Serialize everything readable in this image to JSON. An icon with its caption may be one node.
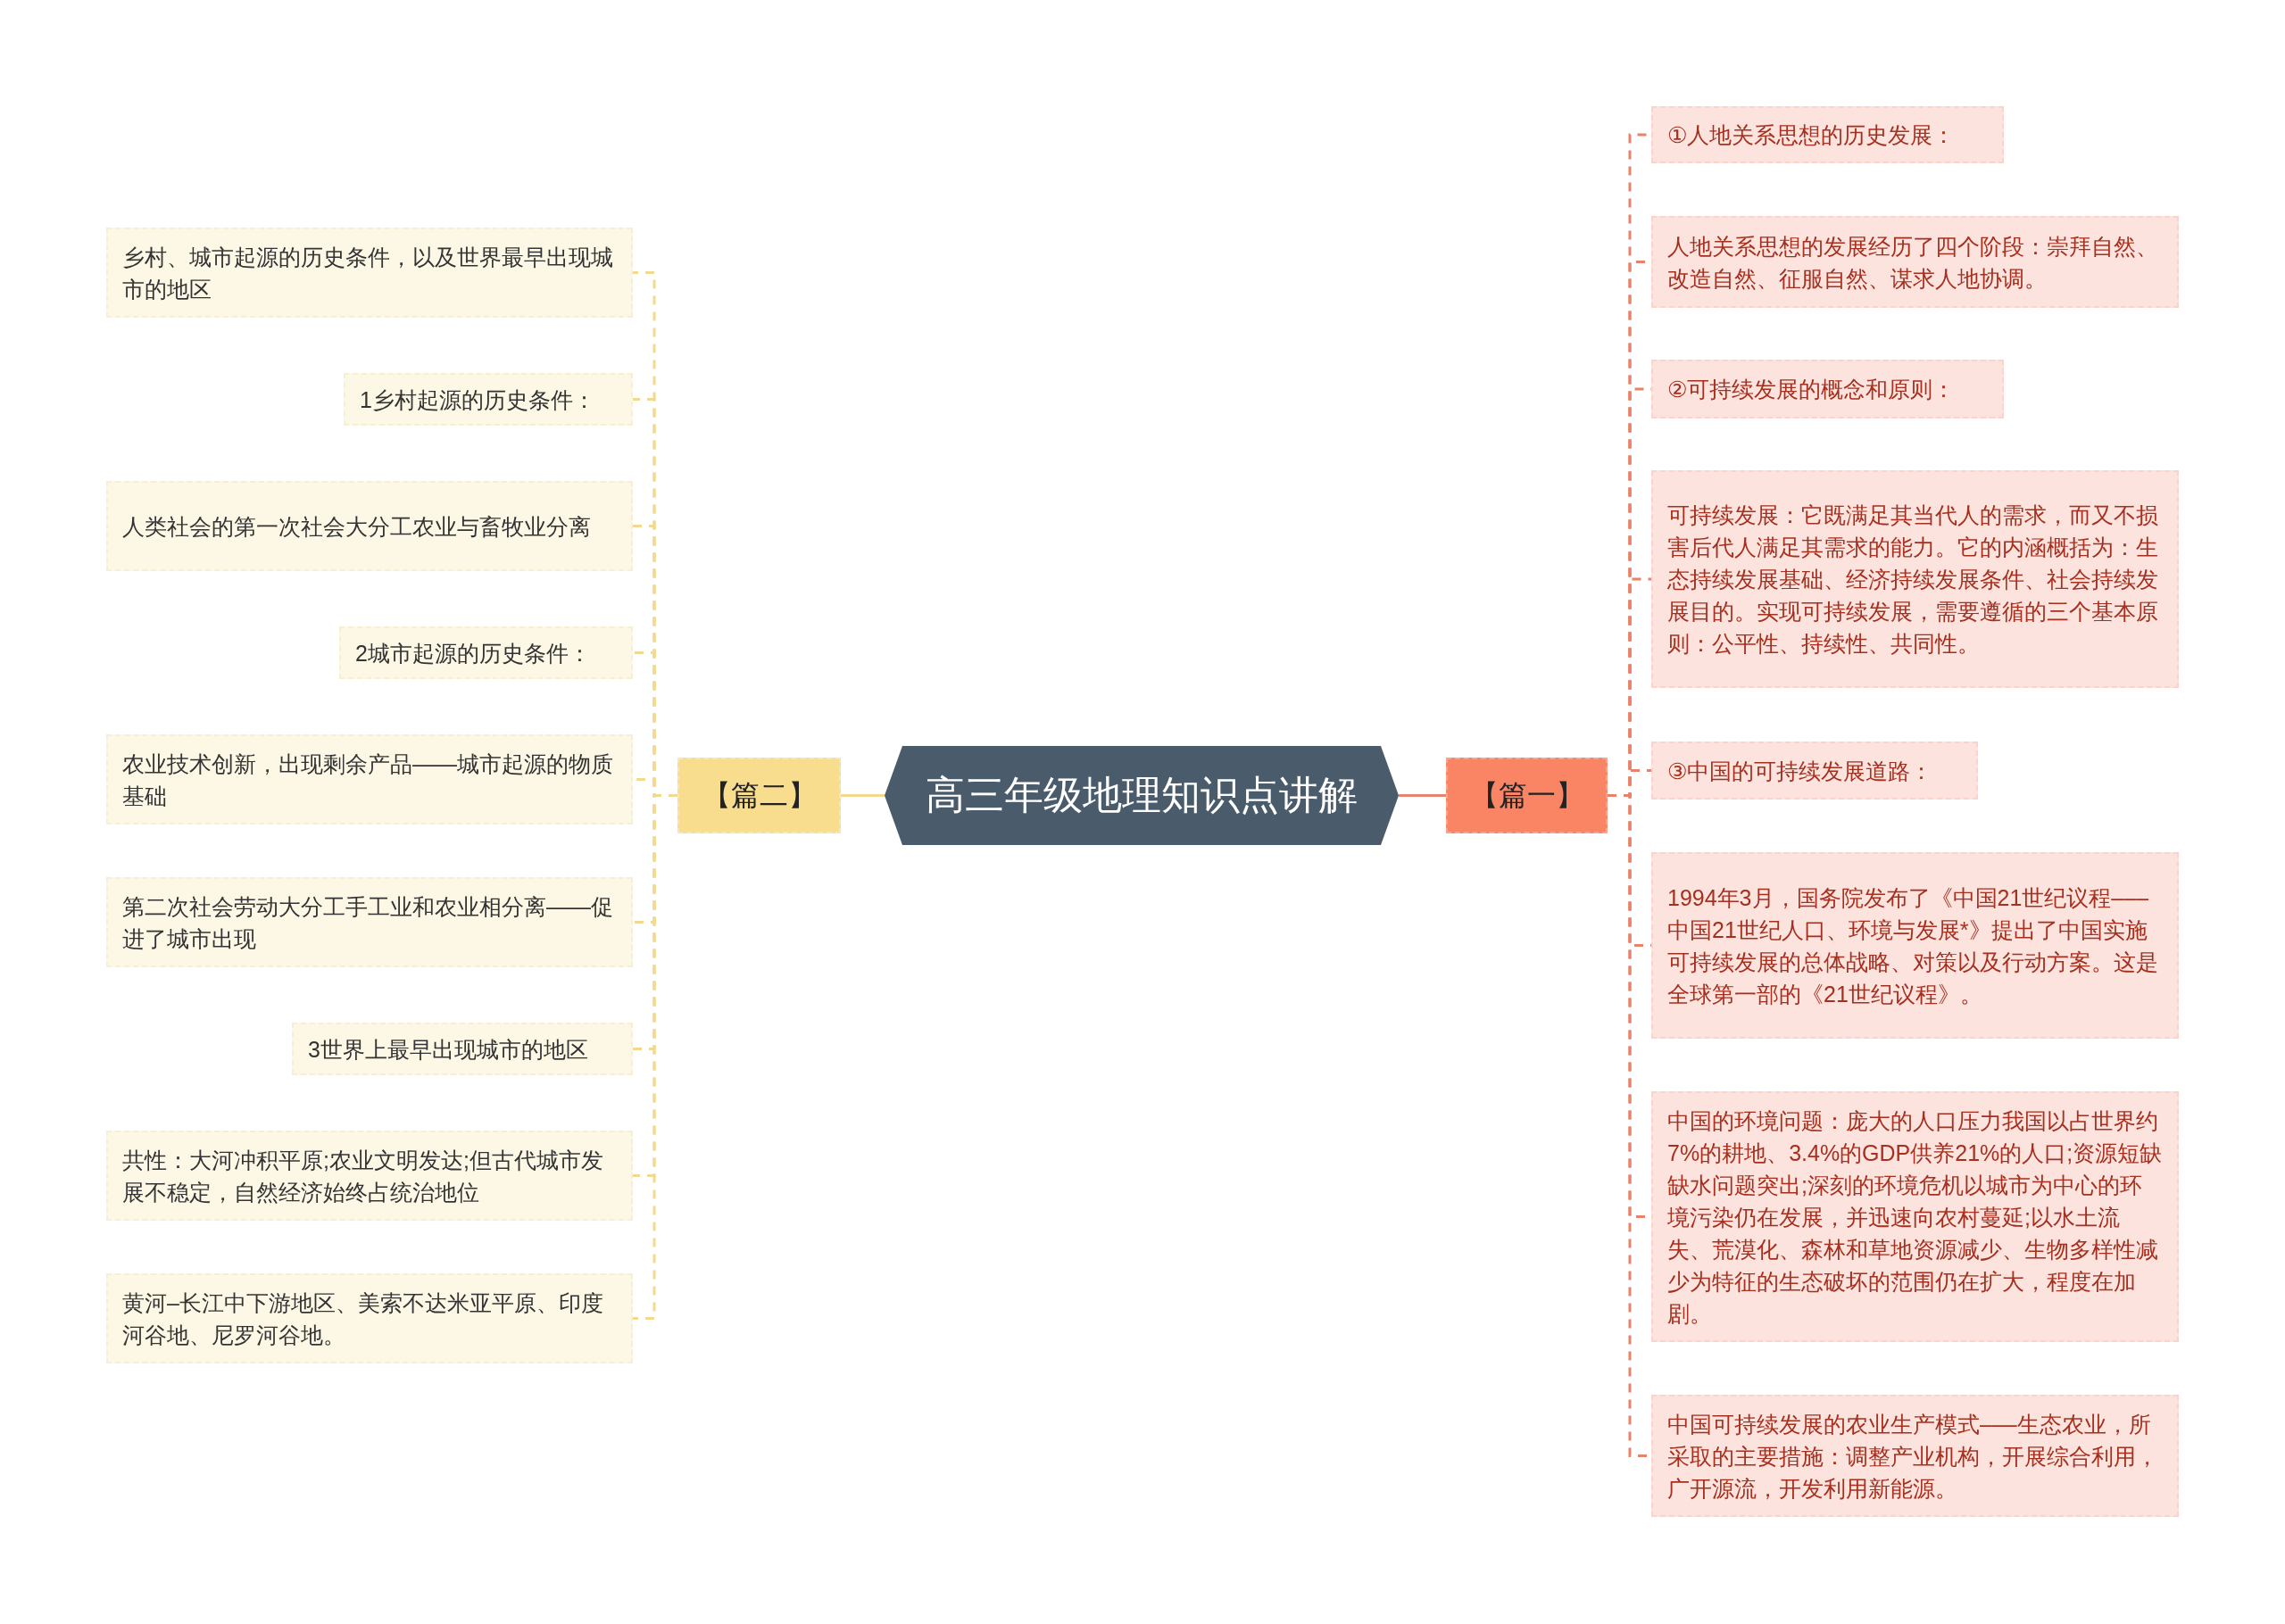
{
  "diagram": {
    "nodes": [
      {
        "text": [
          "高三年级地理知识点讲解"
        ]
      },
      {
        "text": [
          "【篇一】"
        ]
      },
      {
        "text": [
          "①人地关系思想的历史发展："
        ]
      },
      {
        "text": [
          "人地关系思想的发展经历了四个阶段：崇拜自然、改造自然、征服自然、谋求人地协调。"
        ]
      },
      {
        "text": [
          "②可持续发展的概念和原则："
        ]
      },
      {
        "text": [
          "可持续发展：它既满足其当代人的需求，而又不损害后代人满足其需求的能力。它的内涵概括为：生态持续发展基础、经济持续发展条件、社会持续发展目的。实现可持续发展，需要遵循的三个基本原则：公平性、持续性、共同性。"
        ]
      },
      {
        "text": [
          "③中国的可持续发展道路："
        ]
      },
      {
        "text": [
          "1994年3月，国务院发布了《中国21世纪议程–––中国21世纪人口、环境与发展*》提出了中国实施可持续发展的总体战略、对策以及行动方案。这是全球第一部的《21世纪议程》。"
        ]
      },
      {
        "text": [
          "中国的环境问题：庞大的人口压力我国以占世界约7%的耕地、3.4%的GDP供养21%的人口;资源短缺缺水问题突出;深刻的环境危机以城市为中心的环境污染仍在发展，并迅速向农村蔓延;以水土流失、荒漠化、森林和草地资源减少、生物多样性减少为特征的生态破坏的范围仍在扩大，程度在加剧。"
        ]
      },
      {
        "text": [
          "中国可持续发展的农业生产模式–––生态农业，所采取的主要措施：调整产业机构，开展综合利用，广开源流，开发利用新能源。"
        ]
      },
      {
        "text": [
          "【篇二】"
        ]
      },
      {
        "text": [
          "乡村、城市起源的历史条件，以及世界最早出现城市的地区"
        ]
      },
      {
        "text": [
          "1乡村起源的历史条件："
        ]
      },
      {
        "text": [
          "人类社会的第一次社会大分工农业与畜牧业分离"
        ]
      },
      {
        "text": [
          "2城市起源的历史条件："
        ]
      },
      {
        "text": [
          "农业技术创新，出现剩余产品——城市起源的物质基础"
        ]
      },
      {
        "text": [
          "第二次社会劳动大分工手工业和农业相分离——促进了城市出现"
        ]
      },
      {
        "text": [
          "3世界上最早出现城市的地区"
        ]
      },
      {
        "text": [
          "共性：大河冲积平原;农业文明发达;但古代城市发展不稳定，自然经济始终占统治地位"
        ]
      },
      {
        "text": [
          "黄河–长江中下游地区、美索不达米亚平原、印度河谷地、尼罗河谷地。"
        ]
      }
    ],
    "edges": [
      {
        "from": 0,
        "to": 1,
        "arrow": "none",
        "color": "#e9826a"
      },
      {
        "from": 1,
        "to": 2,
        "arrow": "none",
        "style": "dashed",
        "color": "#e9826a"
      },
      {
        "from": 1,
        "to": 3,
        "arrow": "none",
        "style": "dashed",
        "color": "#e9826a"
      },
      {
        "from": 1,
        "to": 4,
        "arrow": "none",
        "style": "dashed",
        "color": "#e9826a"
      },
      {
        "from": 1,
        "to": 5,
        "arrow": "none",
        "style": "dashed",
        "color": "#e9826a"
      },
      {
        "from": 1,
        "to": 6,
        "arrow": "none",
        "style": "dashed",
        "color": "#e9826a"
      },
      {
        "from": 1,
        "to": 7,
        "arrow": "none",
        "style": "dashed",
        "color": "#e9826a"
      },
      {
        "from": 1,
        "to": 8,
        "arrow": "none",
        "style": "dashed",
        "color": "#e9826a"
      },
      {
        "from": 1,
        "to": 9,
        "arrow": "none",
        "style": "dashed",
        "color": "#e9826a"
      },
      {
        "from": 0,
        "to": 10,
        "arrow": "none",
        "color": "#f3d98e"
      },
      {
        "from": 10,
        "to": 11,
        "arrow": "none",
        "style": "dashed",
        "color": "#f3d98e"
      },
      {
        "from": 10,
        "to": 12,
        "arrow": "none",
        "style": "dashed",
        "color": "#f3d98e"
      },
      {
        "from": 10,
        "to": 13,
        "arrow": "none",
        "style": "dashed",
        "color": "#f3d98e"
      },
      {
        "from": 10,
        "to": 14,
        "arrow": "none",
        "style": "dashed",
        "color": "#f3d98e"
      },
      {
        "from": 10,
        "to": 15,
        "arrow": "none",
        "style": "dashed",
        "color": "#f3d98e"
      },
      {
        "from": 10,
        "to": 16,
        "arrow": "none",
        "style": "dashed",
        "color": "#f3d98e"
      },
      {
        "from": 10,
        "to": 17,
        "arrow": "none",
        "style": "dashed",
        "color": "#f3d98e"
      },
      {
        "from": 10,
        "to": 18,
        "arrow": "none",
        "style": "dashed",
        "color": "#f3d98e"
      },
      {
        "from": 10,
        "to": 19,
        "arrow": "none",
        "style": "dashed",
        "color": "#f3d98e"
      }
    ]
  }
}
